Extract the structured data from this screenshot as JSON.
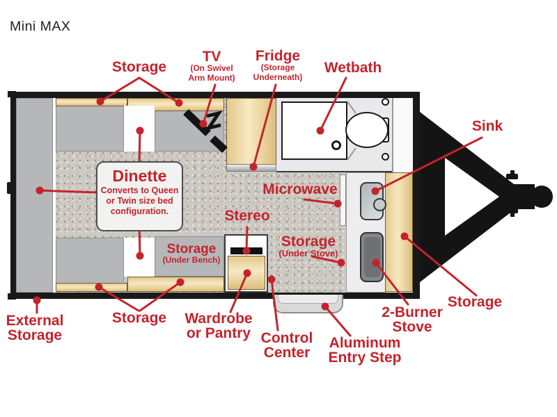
{
  "title": "Mini MAX",
  "colors": {
    "accent_red": "#c5232b",
    "cabinet_tan": "#f2ddab",
    "bench_gray": "#b5b7b9",
    "floor_speckle": "#ccc8c2",
    "wall_black": "#191919"
  },
  "labels": {
    "storage_overhead": "Storage",
    "tv": {
      "title": "TV",
      "sub1": "(On Swivel",
      "sub2": "Arm Mount)"
    },
    "fridge": {
      "title": "Fridge",
      "sub1": "(Storage",
      "sub2": "Underneath)"
    },
    "wetbath": "Wetbath",
    "sink": "Sink",
    "microwave": "Microwave",
    "stereo": "Stereo",
    "storage_under_bench": {
      "title": "Storage",
      "sub": "(Under Bench)"
    },
    "storage_under_stove": {
      "title": "Storage",
      "sub": "(Under Stove)"
    },
    "wardrobe": {
      "line1": "Wardrobe",
      "line2": "or Pantry"
    },
    "control_center": {
      "line1": "Control",
      "line2": "Center"
    },
    "entry_step": {
      "line1": "Aluminum",
      "line2": "Entry Step"
    },
    "burner_stove": {
      "line1": "2-Burner",
      "line2": "Stove"
    },
    "storage_front": "Storage",
    "storage_underbed": "Storage",
    "external_storage": {
      "line1": "External",
      "line2": "Storage"
    }
  },
  "dinette_card": {
    "title": "Dinette",
    "line1": "Converts to Queen",
    "line2": "or Twin size bed",
    "line3": "configuration."
  }
}
